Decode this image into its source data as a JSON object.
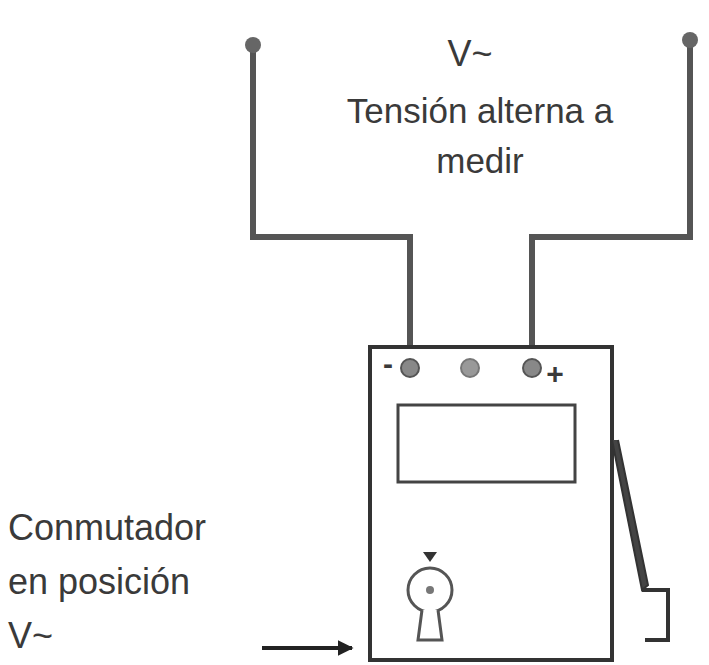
{
  "diagram": {
    "labels": [
      "V~",
      "Tensión alterna a medir",
      "-",
      "+",
      "Conmutador en posición V~"
    ]
  }
}
